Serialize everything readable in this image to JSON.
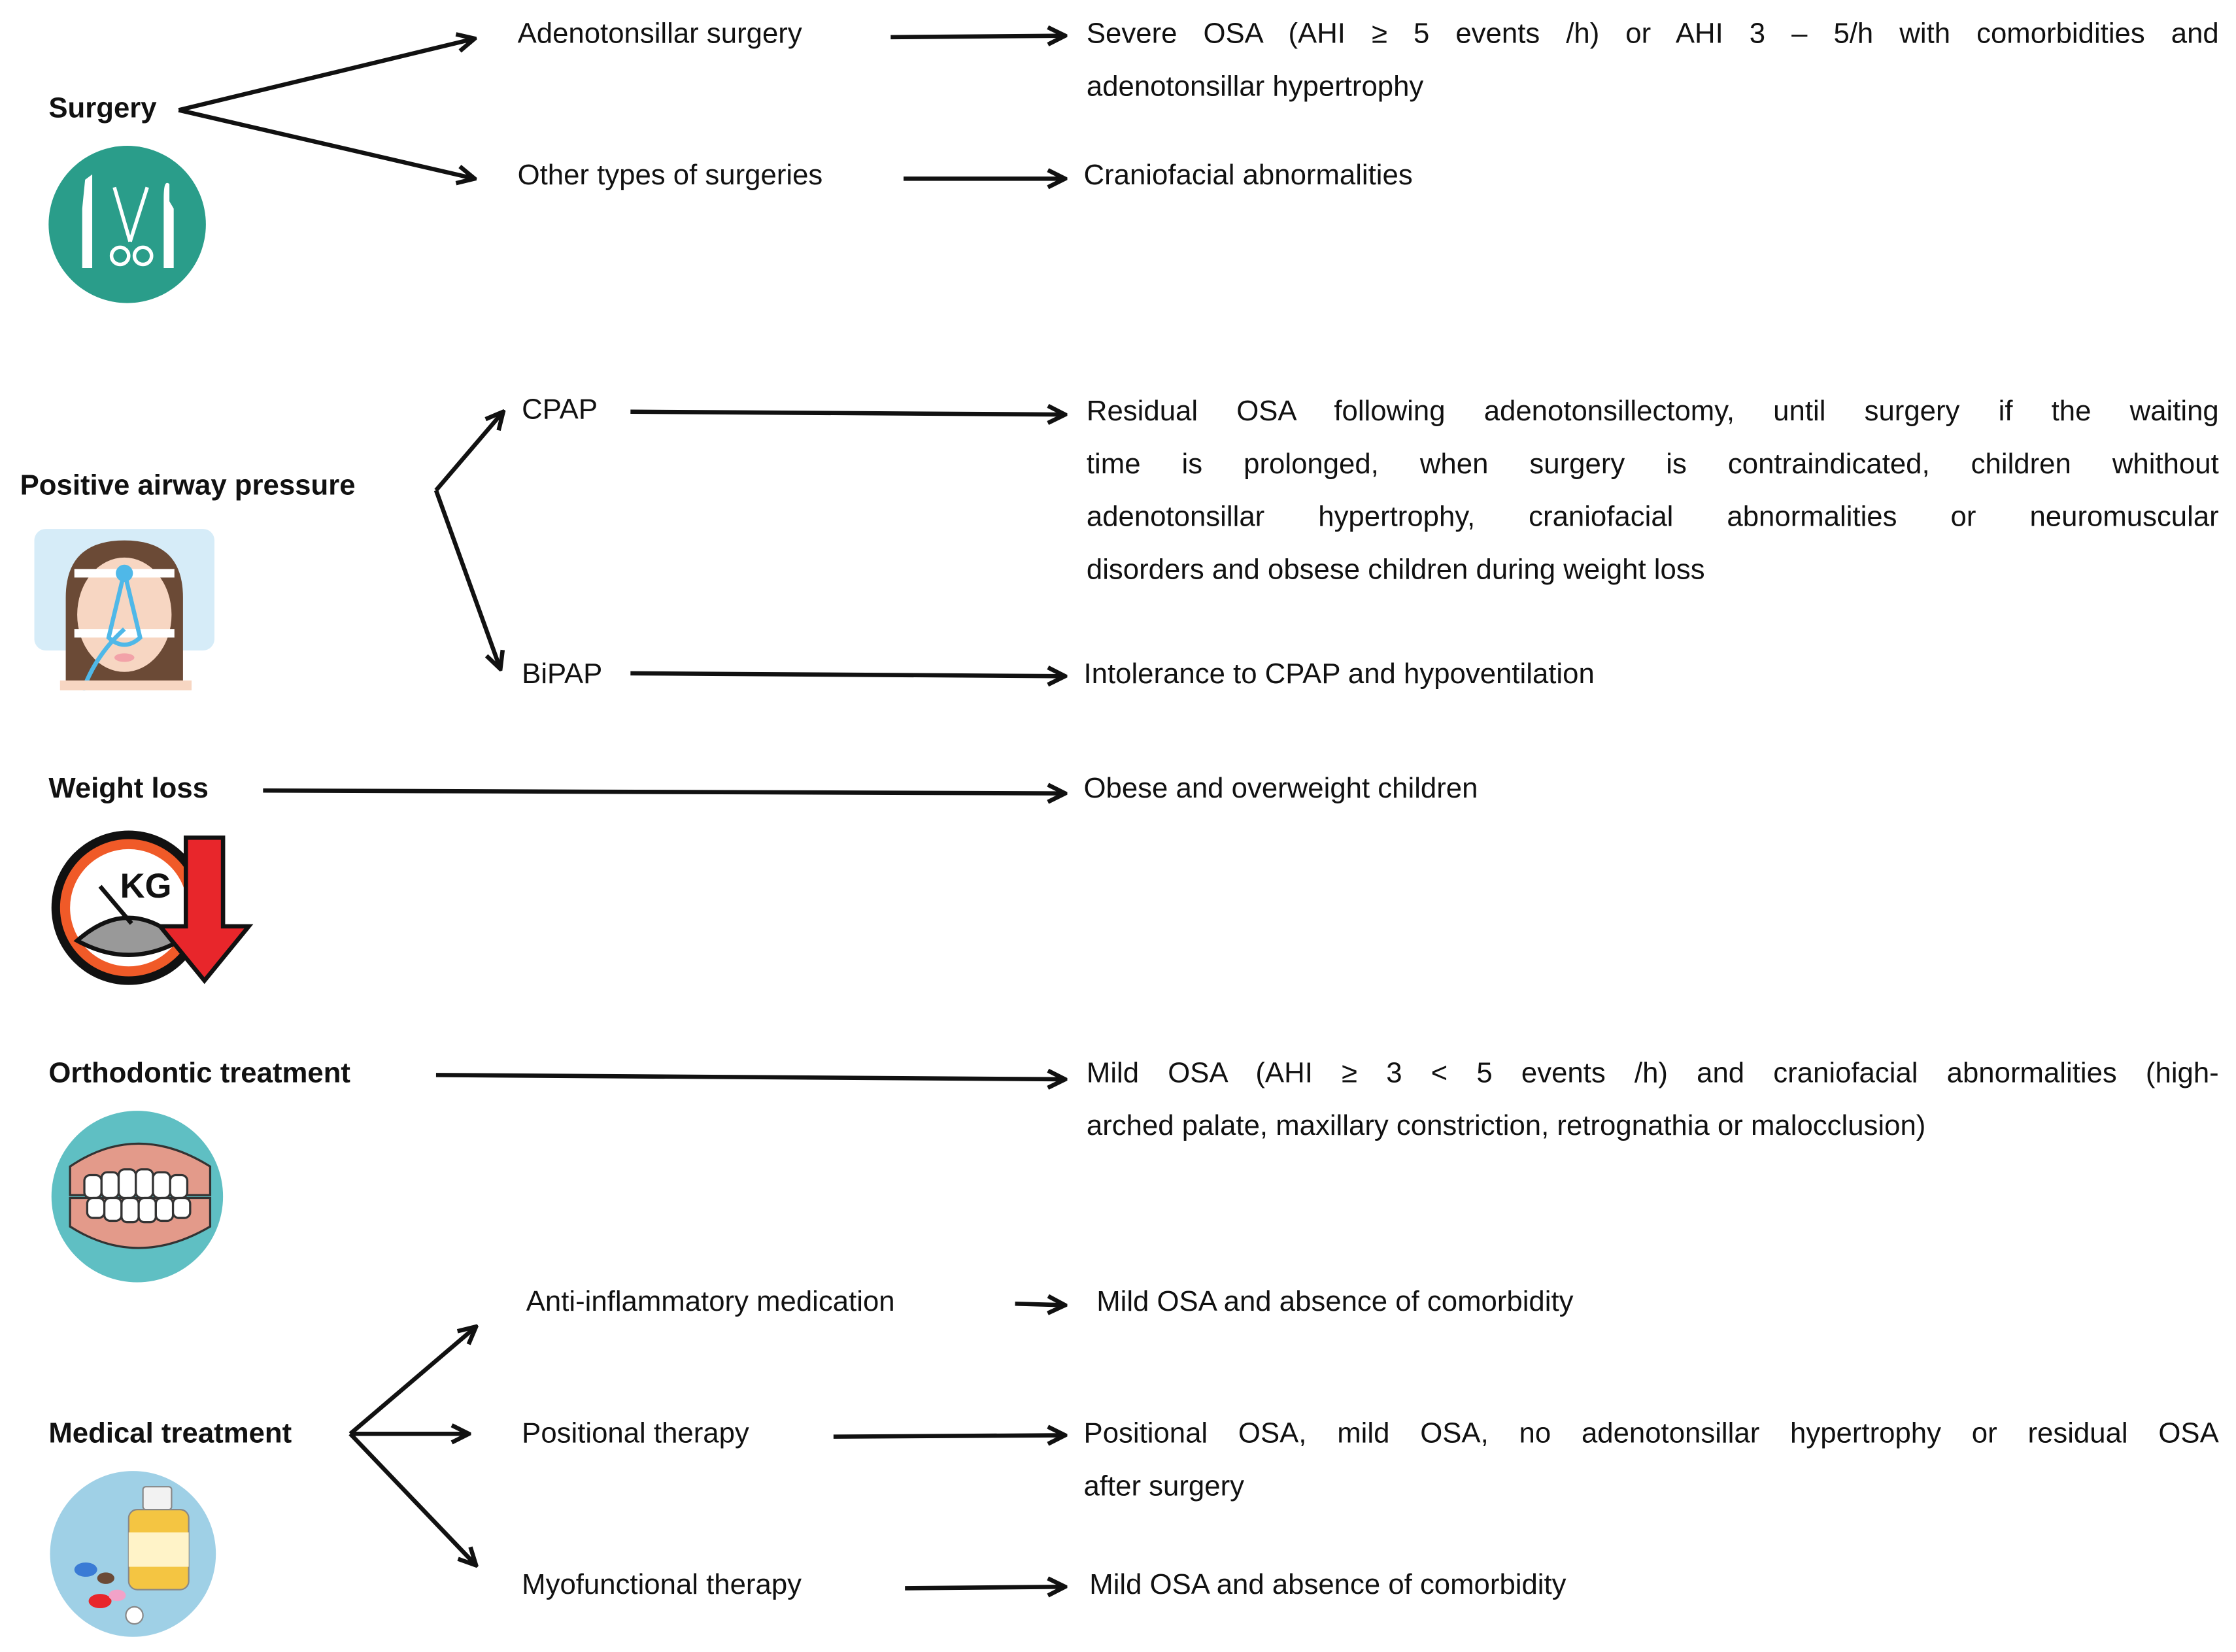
{
  "categories": [
    {
      "label": "Surgery",
      "icon": "surgical-instruments-icon",
      "color": "#2a9d8a",
      "options": [
        {
          "label": "Adenotonsillar surgery",
          "indication": [
            "Severe OSA (AHI ≥ 5 events /h) or AHI 3 – 5/h with comorbidities  and",
            "adenotonsillar hypertrophy"
          ]
        },
        {
          "label": "Other types of surgeries",
          "indication": [
            "Craniofacial abnormalities"
          ]
        }
      ]
    },
    {
      "label": "Positive airway pressure",
      "icon": "cpap-mask-patient-icon",
      "options": [
        {
          "label": "CPAP",
          "indication": [
            "Residual OSA following adenotonsillectomy, until surgery if the waiting",
            "time is prolonged, when surgery is contraindicated, children whithout",
            "adenotonsillar hypertrophy, craniofacial abnormalities or neuromuscular",
            "disorders and obsese children during weight loss"
          ]
        },
        {
          "label": "BiPAP",
          "indication": [
            "Intolerance to CPAP and hypoventilation"
          ]
        }
      ]
    },
    {
      "label": "Weight loss",
      "icon": "weight-scale-down-arrow-icon",
      "icon_text": "KG",
      "color": "#f05a28",
      "indication": [
        "Obese and overweight children"
      ]
    },
    {
      "label": "Orthodontic treatment",
      "icon": "teeth-icon",
      "indication": [
        "Mild OSA (AHI ≥ 3 < 5 events /h) and craniofacial abnormalities (high-",
        "arched palate, maxillary constriction, retrognathia or malocclusion)"
      ]
    },
    {
      "label": "Medical treatment",
      "icon": "medication-icon",
      "options": [
        {
          "label": "Anti-inflammatory medication",
          "indication": [
            "Mild OSA and absence of comorbidity"
          ]
        },
        {
          "label": "Positional therapy",
          "indication": [
            "Positional OSA, mild OSA, no adenotonsillar hypertrophy or residual OSA",
            "after surgery"
          ]
        },
        {
          "label": "Myofunctional therapy",
          "indication": [
            "Mild OSA and absence of comorbidity"
          ]
        }
      ]
    }
  ]
}
